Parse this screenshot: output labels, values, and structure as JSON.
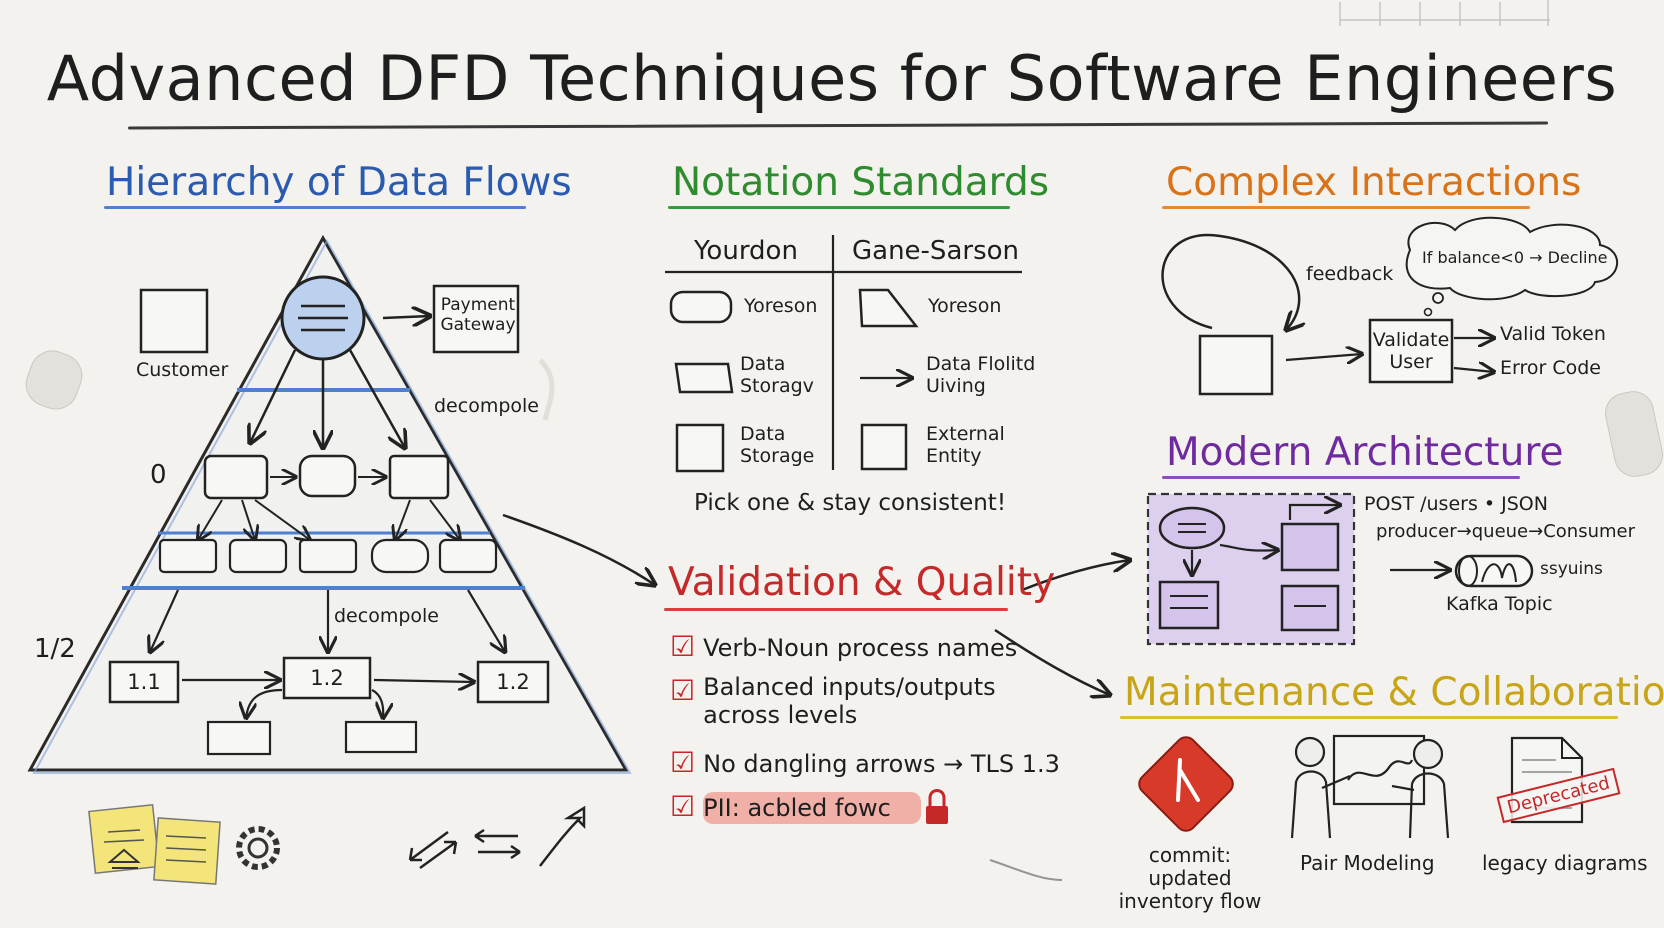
{
  "title": "Advanced DFD Techniques for Software Engineers",
  "colors": {
    "hierarchy": "#2a5bb0",
    "notation": "#2e8b2e",
    "complex": "#d9731a",
    "modern": "#6f2aa0",
    "validation": "#c42a2a",
    "maintenance": "#c8a418"
  },
  "hierarchy": {
    "heading": "Hierarchy of Data Flows",
    "customer": "Customer",
    "payment_gateway": "Payment\nGateway",
    "decompose_1": "decompole",
    "decompose_2": "decompole",
    "level_0": "0",
    "level_half": "1/2",
    "node_11": "1.1",
    "node_12a": "1.2",
    "node_12b": "1.2"
  },
  "notation": {
    "heading": "Notation Standards",
    "col_yourdon": "Yourdon",
    "col_gane": "Gane-Sarson",
    "y_row1": "Yoreson",
    "y_row2": "Data\nStoragv",
    "y_row3": "Data\nStorage",
    "g_row1": "Yoreson",
    "g_row2": "Data Flolitd\nUiving",
    "g_row3": "External\nEntity",
    "tip": "Pick one & stay consistent!"
  },
  "complex": {
    "heading": "Complex Interactions",
    "feedback": "feedback",
    "thought": "If balance<0 → Decline",
    "validate": "Validate\nUser",
    "valid_token": "Valid Token",
    "error_code": "Error Code"
  },
  "modern": {
    "heading": "Modern Architecture",
    "post": "POST /users • JSON",
    "producer": "producer→queue→Consumer",
    "ssyuins": "ssyuins",
    "kafka": "Kafka Topic"
  },
  "validation": {
    "heading": "Validation & Quality",
    "items": [
      "Verb-Noun process names",
      "Balanced inputs/outputs\nacross levels",
      "No dangling arrows → TLS 1.3",
      "PII: acbled fowc"
    ]
  },
  "maintenance": {
    "heading": "Maintenance & Collaboration",
    "commit": "commit: updated\ninventory flow",
    "pair": "Pair Modeling",
    "legacy": "legacy diagrams",
    "stamp": "Deprecated"
  }
}
